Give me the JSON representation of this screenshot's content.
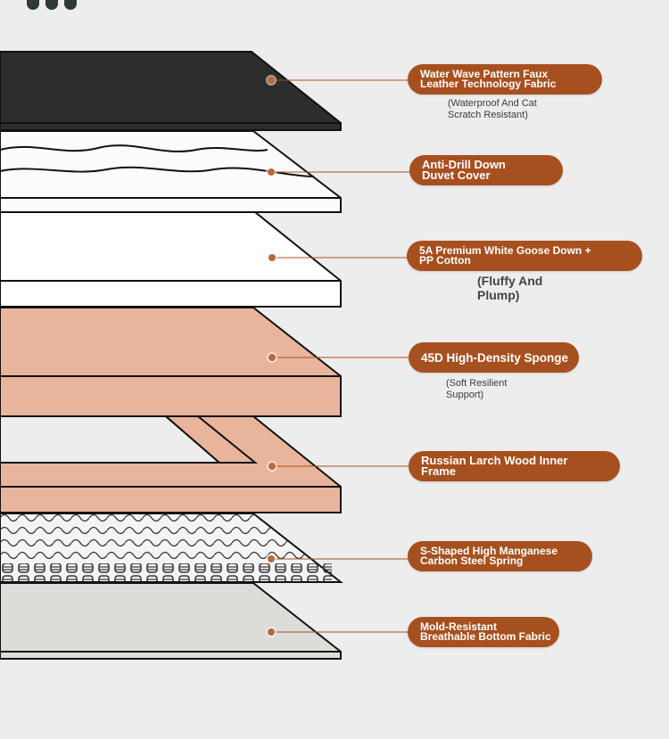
{
  "layers": [
    {
      "label_lines": [
        "Water Wave Pattern Faux",
        "Leather Technology Fabric"
      ],
      "note_lines": [
        "(Waterproof And Cat",
        "Scratch Resistant)"
      ],
      "fill": "#2d2d2d"
    },
    {
      "label_lines": [
        "Anti-Drill Down",
        "Duvet Cover"
      ],
      "note_lines": [],
      "fill": "#fbfbfb"
    },
    {
      "label_lines": [
        "5A Premium White Goose Down +",
        "PP Cotton"
      ],
      "note_lines": [
        "(Fluffy And",
        "Plump)"
      ],
      "fill": "#ffffff"
    },
    {
      "label_lines": [
        "45D High-Density Sponge"
      ],
      "note_lines": [
        "(Soft Resilient",
        "Support)"
      ],
      "fill": "#e8b49b"
    },
    {
      "label_lines": [
        "Russian Larch Wood Inner",
        "Frame"
      ],
      "note_lines": [],
      "fill": "#e8b49b"
    },
    {
      "label_lines": [
        "S-Shaped High Manganese",
        "Carbon Steel Spring"
      ],
      "note_lines": [],
      "fill": "#f4f4f4"
    },
    {
      "label_lines": [
        "Mold-Resistant",
        "Breathable Bottom Fabric"
      ],
      "note_lines": [],
      "fill": "#dcdcd8"
    }
  ],
  "colors": {
    "accent": "#a7501f",
    "marker": "#b9683f",
    "outline": "#111111",
    "background": "#ededed"
  }
}
